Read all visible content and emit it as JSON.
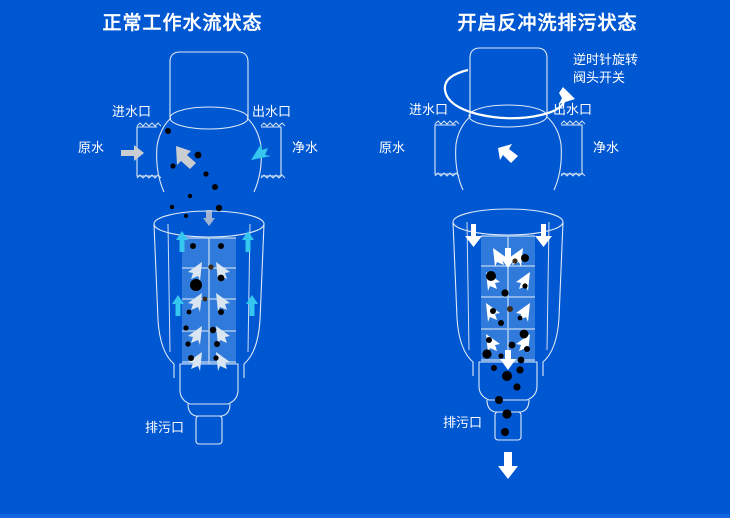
{
  "background_color": "#0057d2",
  "panels": [
    {
      "id": "normal-flow",
      "title": "正常工作水流状态",
      "labels": {
        "inlet_port": "进水口",
        "outlet_port": "出水口",
        "raw_water": "原水",
        "clean_water": "净水",
        "drain_port": "排污口"
      },
      "icons": {
        "raw_water_arrow": "arrow-right-icon",
        "clean_water_arrow": "arrow-up-right-icon",
        "filter_up_arrow": "arrow-up-icon",
        "filter_inner_arrow": "arrow-diagonal-icon"
      },
      "colors": {
        "clean_flow_arrow": "#35c7f0",
        "raw_flow_arrow": "#c9cdd2",
        "mesh": "#4e8fe0",
        "particle": "#000000"
      }
    },
    {
      "id": "backwash-drain",
      "title": "开启反冲洗排污状态",
      "labels": {
        "inlet_port": "进水口",
        "outlet_port": "出水口",
        "raw_water": "原水",
        "clean_water": "净水",
        "drain_port": "排污口",
        "valve_note_line1": "逆时针旋转",
        "valve_note_line2": "阀头开关"
      },
      "icons": {
        "rotate_ccw_arrow": "rotate-counterclockwise-icon",
        "down_arrow": "arrow-down-icon",
        "inward_arrow": "arrow-inward-icon",
        "drain_arrow": "arrow-down-icon"
      },
      "colors": {
        "flow_arrow": "#ffffff",
        "mesh": "#4e8fe0",
        "particle": "#000000"
      }
    }
  ]
}
